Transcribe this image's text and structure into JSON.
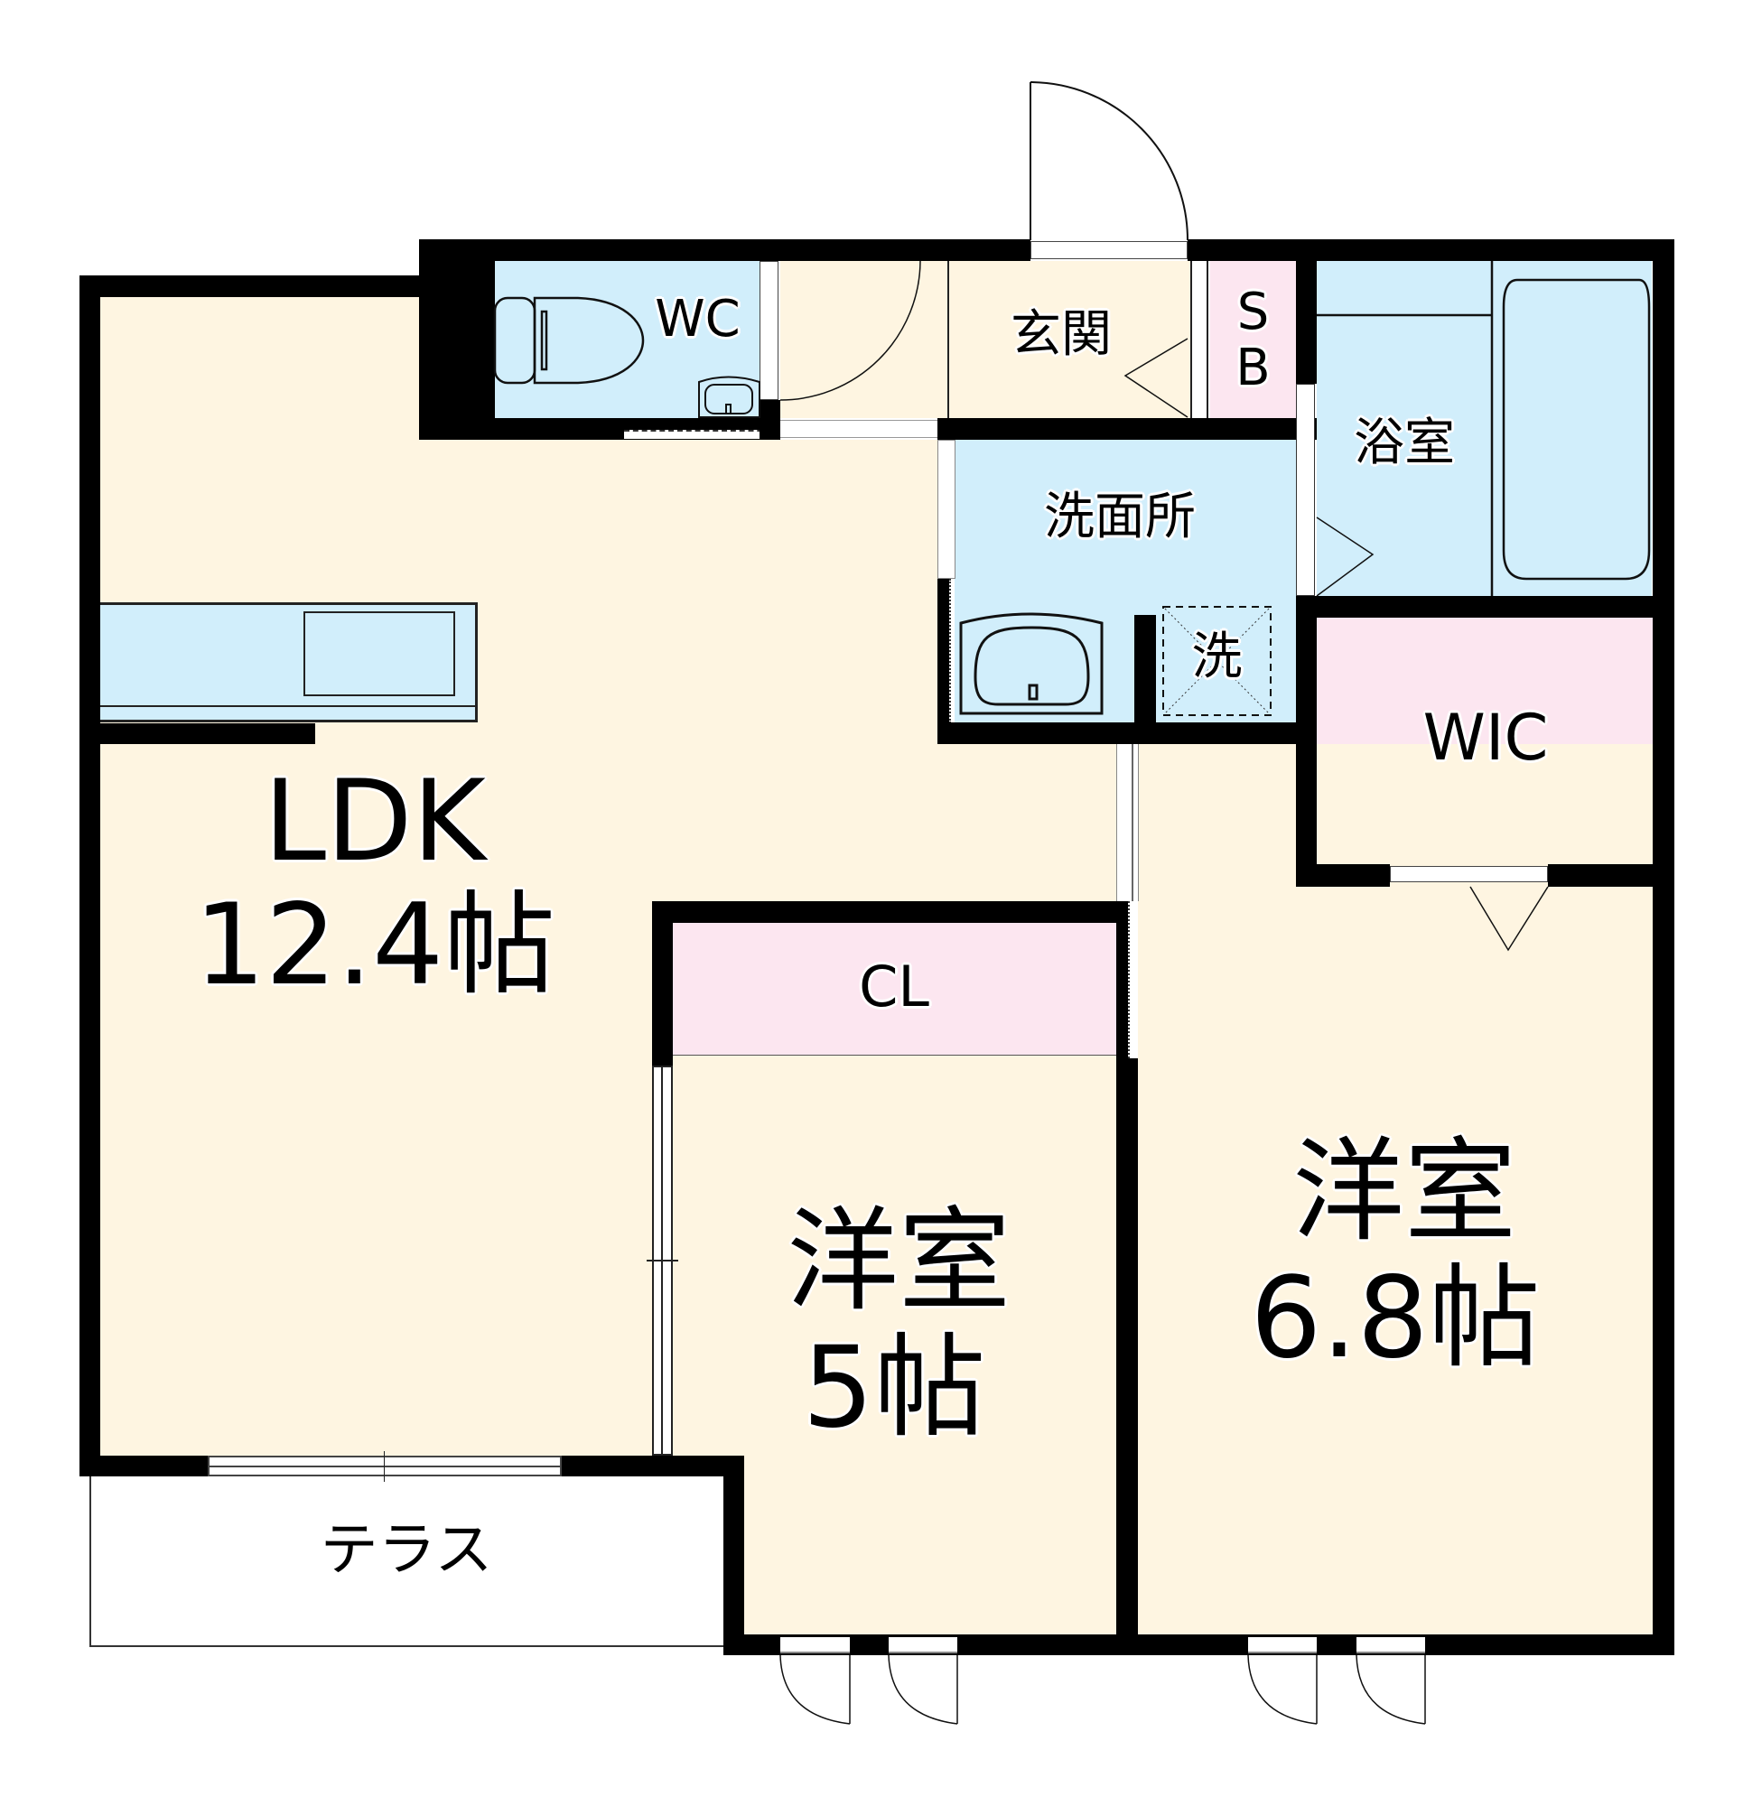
{
  "floorplan": {
    "type": "apartment floor plan",
    "layout": "2LDK",
    "rooms": {
      "ldk": {
        "name": "LDK",
        "size": "12.4帖"
      },
      "western_1": {
        "name": "洋室",
        "size": "5帖"
      },
      "western_2": {
        "name": "洋室",
        "size": "6.8帖"
      },
      "closet": {
        "name": "CL"
      },
      "walk_in_closet": {
        "name": "WIC"
      },
      "toilet": {
        "name": "WC"
      },
      "entrance": {
        "name": "玄関"
      },
      "shoe_box": {
        "line1": "S",
        "line2": "B"
      },
      "washroom": {
        "name": "洗面所"
      },
      "washer": {
        "name": "洗"
      },
      "bathroom": {
        "name": "浴室"
      },
      "terrace": {
        "name": "テラス"
      }
    },
    "colors": {
      "living_floor": "#fef5e1",
      "wet_area": "#d1eefb",
      "storage": "#fce6f0",
      "wall": "#000000",
      "exterior": "#ffffff"
    }
  }
}
